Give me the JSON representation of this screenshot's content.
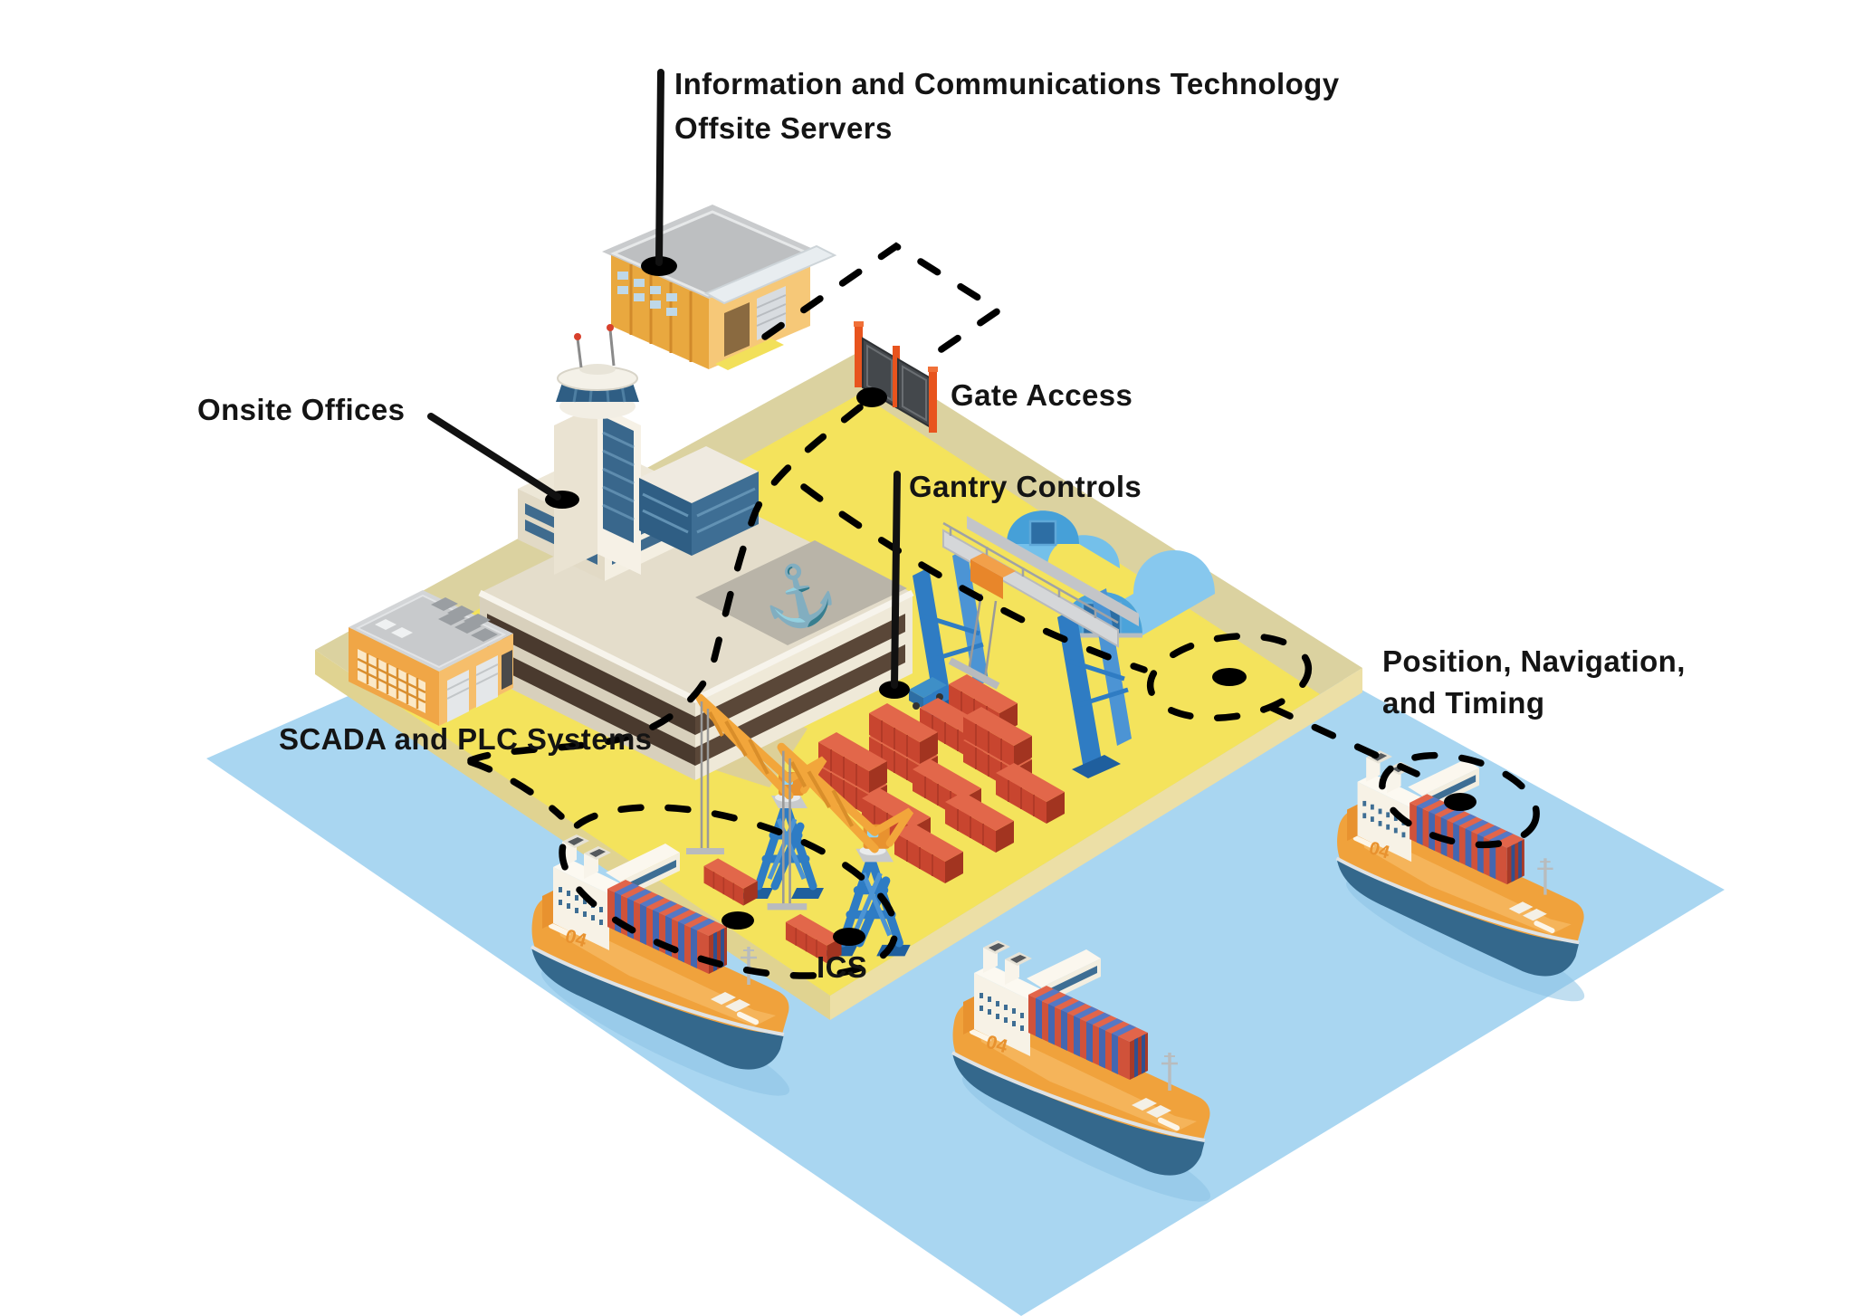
{
  "figure": {
    "type": "isometric-port-diagram",
    "description": "Isometric illustration of a port facility with cyber-relevant access points marked by black dots and dashed network paths"
  },
  "labels": {
    "ict": {
      "line1": "Information and Communications Technology",
      "line2": "Offsite Servers"
    },
    "onsite_offices": "Onsite Offices",
    "gate_access": "Gate Access",
    "gantry_controls": "Gantry Controls",
    "scada_plc": "SCADA and PLC Systems",
    "pnt": {
      "line1": "Position, Navigation,",
      "line2": "and Timing"
    },
    "ics": "ICS"
  },
  "ship": {
    "hull_number": "04"
  },
  "hotspots": [
    "offsite-servers-roof",
    "gate-access-ground",
    "onsite-offices-roof",
    "gantry-controls-yard",
    "pnt-yard-circle",
    "ics-crane-area-left",
    "ics-crane-area-right",
    "pnt-ship-deck"
  ],
  "palette": {
    "water": "#A9D6F1",
    "yard": "#F4E35C",
    "quay": "#DBD2A0",
    "yardSideL": "#E0D391",
    "yardSideR": "#ECDFA6",
    "ink": "#141414",
    "container_red": "#D0523A",
    "container_blue": "#4467B0",
    "crane_orange": "#F2A63B",
    "crane_blue": "#2F7CC3",
    "ship_orange": "#F0A23C",
    "ship_hull_dark": "#34688C",
    "hut_blue": "#74C0EA",
    "warehouse_orange": "#F0A646",
    "roof_gray": "#C9CBCD"
  }
}
